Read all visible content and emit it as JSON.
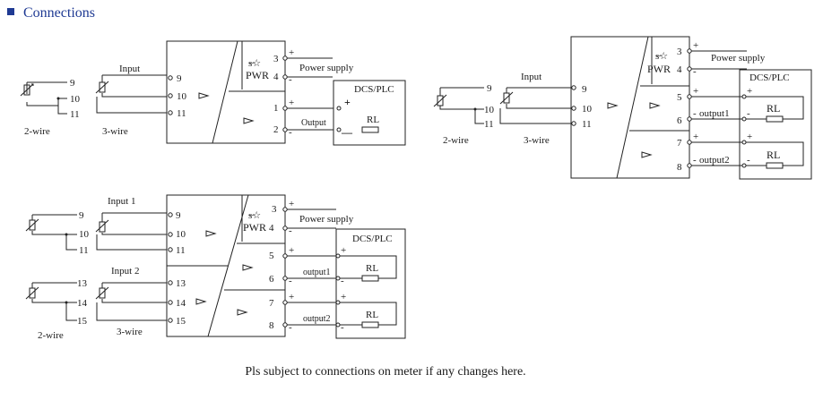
{
  "title": "Connections",
  "footnote": "Pls subject to connections on meter if any changes here.",
  "labels": {
    "input": "Input",
    "input1": "Input 1",
    "input2": "Input 2",
    "two_wire": "2-wire",
    "three_wire": "3-wire",
    "power_supply": "Power supply",
    "pwr": "PWR",
    "dcs_plc": "DCS/PLC",
    "output": "Output",
    "output1": "output1",
    "output2": "output2",
    "rl": "RL",
    "plus": "+",
    "minus": "-",
    "minus_bold": "—",
    "light_icon": "s̶☆"
  },
  "terminals": {
    "t1": "1",
    "t2": "2",
    "t3": "3",
    "t4": "4",
    "t5": "5",
    "t6": "6",
    "t7": "7",
    "t8": "8",
    "t9": "9",
    "t10": "10",
    "t11": "11",
    "t13": "13",
    "t14": "14",
    "t15": "15"
  },
  "diagrams": [
    {
      "name": "single-input-single-output",
      "input": "Input",
      "outputs": [
        "Output"
      ]
    },
    {
      "name": "single-input-dual-output",
      "input": "Input",
      "outputs": [
        "output1",
        "output2"
      ]
    },
    {
      "name": "dual-input-dual-output",
      "inputs": [
        "Input 1",
        "Input 2"
      ],
      "outputs": [
        "output1",
        "output2"
      ]
    }
  ]
}
